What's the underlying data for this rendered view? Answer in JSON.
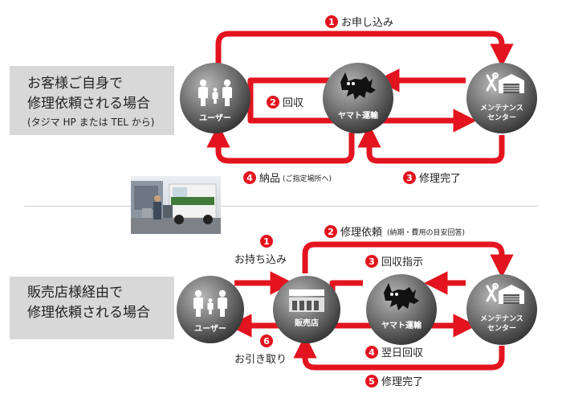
{
  "colors": {
    "arrow": "#e3141f",
    "node": "#6e6e6e",
    "label_bg": "#d8d8d8"
  },
  "case1": {
    "label_lines": [
      "お客様ご自身で",
      "修理依頼される場合"
    ],
    "label_sub": "(タジマ HP または TEL から)",
    "nodes": {
      "user": "ユーザー",
      "yamato": "ヤマト運輸",
      "maintenance_1": "メンテナンス",
      "maintenance_2": "センター"
    },
    "steps": {
      "s1": {
        "num": "1",
        "text": "お申し込み"
      },
      "s2": {
        "num": "2",
        "text": "回収"
      },
      "s3": {
        "num": "3",
        "text": "修理完了"
      },
      "s4": {
        "num": "4",
        "text": "納品",
        "note": "(ご指定場所へ)"
      }
    }
  },
  "case2": {
    "label_lines": [
      "販売店様経由で",
      "修理依頼される場合"
    ],
    "nodes": {
      "user": "ユーザー",
      "shop": "販売店",
      "yamato": "ヤマト運輸",
      "maintenance_1": "メンテナンス",
      "maintenance_2": "センター"
    },
    "steps": {
      "s1": {
        "num": "1",
        "text": "お持ち込み"
      },
      "s2": {
        "num": "2",
        "text": "修理依頼",
        "note": "(納期・費用の目安回答)"
      },
      "s3": {
        "num": "3",
        "text": "回収指示"
      },
      "s4": {
        "num": "4",
        "text": "翌日回収"
      },
      "s5": {
        "num": "5",
        "text": "修理完了"
      },
      "s6": {
        "num": "6",
        "text": "お引き取り"
      }
    }
  }
}
